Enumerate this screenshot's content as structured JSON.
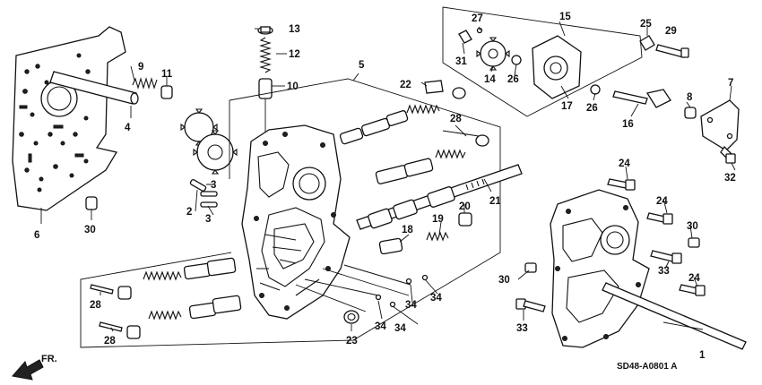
{
  "diagram_code": "SD48-A0801 A",
  "direction_label": "FR.",
  "callouts": [
    {
      "id": "c1",
      "label": "1"
    },
    {
      "id": "c2",
      "label": "2"
    },
    {
      "id": "c3a",
      "label": "3"
    },
    {
      "id": "c3b",
      "label": "3"
    },
    {
      "id": "c4",
      "label": "4"
    },
    {
      "id": "c5",
      "label": "5"
    },
    {
      "id": "c6",
      "label": "6"
    },
    {
      "id": "c7",
      "label": "7"
    },
    {
      "id": "c8",
      "label": "8"
    },
    {
      "id": "c9",
      "label": "9"
    },
    {
      "id": "c10",
      "label": "10"
    },
    {
      "id": "c11",
      "label": "11"
    },
    {
      "id": "c12",
      "label": "12"
    },
    {
      "id": "c13",
      "label": "13"
    },
    {
      "id": "c14",
      "label": "14"
    },
    {
      "id": "c15",
      "label": "15"
    },
    {
      "id": "c16",
      "label": "16"
    },
    {
      "id": "c17",
      "label": "17"
    },
    {
      "id": "c18",
      "label": "18"
    },
    {
      "id": "c19",
      "label": "19"
    },
    {
      "id": "c20",
      "label": "20"
    },
    {
      "id": "c21",
      "label": "21"
    },
    {
      "id": "c22",
      "label": "22"
    },
    {
      "id": "c23",
      "label": "23"
    },
    {
      "id": "c24a",
      "label": "24"
    },
    {
      "id": "c24b",
      "label": "24"
    },
    {
      "id": "c24c",
      "label": "24"
    },
    {
      "id": "c25",
      "label": "25"
    },
    {
      "id": "c26a",
      "label": "26"
    },
    {
      "id": "c26b",
      "label": "26"
    },
    {
      "id": "c27",
      "label": "27"
    },
    {
      "id": "c28a",
      "label": "28"
    },
    {
      "id": "c28b",
      "label": "28"
    },
    {
      "id": "c28c",
      "label": "28"
    },
    {
      "id": "c29",
      "label": "29"
    },
    {
      "id": "c30a",
      "label": "30"
    },
    {
      "id": "c30b",
      "label": "30"
    },
    {
      "id": "c30c",
      "label": "30"
    },
    {
      "id": "c31",
      "label": "31"
    },
    {
      "id": "c32",
      "label": "32"
    },
    {
      "id": "c33a",
      "label": "33"
    },
    {
      "id": "c33b",
      "label": "33"
    },
    {
      "id": "c34a",
      "label": "34"
    },
    {
      "id": "c34b",
      "label": "34"
    },
    {
      "id": "c34c",
      "label": "34"
    },
    {
      "id": "c34d",
      "label": "34"
    }
  ]
}
